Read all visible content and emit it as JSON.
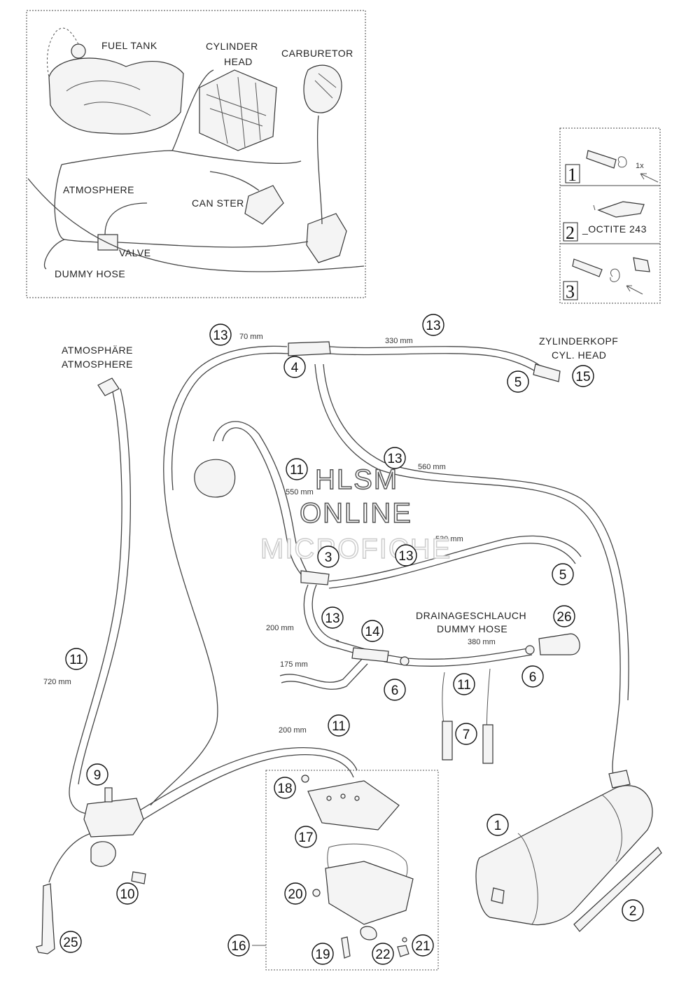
{
  "inset": {
    "fuel_tank": "FUEL TANK",
    "cylinder_head_1": "CYLINDER",
    "cylinder_head_2": "HEAD",
    "carburetor": "CARBURETOR",
    "atmosphere": "ATMOSPHERE",
    "canister": "CAN STER",
    "valve": "VALVE",
    "dummy_hose": "DUMMY HOSE"
  },
  "legend": {
    "item1_num": "1",
    "item1_text": "1x",
    "item2_num": "2",
    "item2_text": "_OCTITE 243",
    "item3_num": "3"
  },
  "labels": {
    "atmosphare": "ATMOSPHÄRE",
    "atmosphere": "ATMOSPHERE",
    "zylinderkopf": "ZYLINDERKOPF",
    "cyl_head": "CYL. HEAD",
    "drainage": "DRAINAGESCHLAUCH",
    "dummy_hose": "DUMMY HOSE"
  },
  "measurements": {
    "m70": "70 mm",
    "m330": "330 mm",
    "m560": "560 mm",
    "m550": "550 mm",
    "m530": "530 mm",
    "m200a": "200 mm",
    "m380": "380 mm",
    "m175": "175 mm",
    "m720": "720 mm",
    "m200b": "200 mm"
  },
  "callouts": {
    "c13a": "13",
    "c13b": "13",
    "c4": "4",
    "c5a": "5",
    "c15": "15",
    "c11a": "11",
    "c13c": "13",
    "c3": "3",
    "c13d": "13",
    "c5b": "5",
    "c13e": "13",
    "c14": "14",
    "c26": "26",
    "c6a": "6",
    "c6b": "6",
    "c11b": "11",
    "c7": "7",
    "c11c": "11",
    "c11d": "11",
    "c9": "9",
    "c18": "18",
    "c17": "17",
    "c1": "1",
    "c10": "10",
    "c20": "20",
    "c2": "2",
    "c25": "25",
    "c16": "16",
    "c19": "19",
    "c22": "22",
    "c21": "21"
  },
  "watermark": {
    "line1": "HLSM",
    "line2": "ONLINE",
    "line3": "MICROFICHE"
  }
}
